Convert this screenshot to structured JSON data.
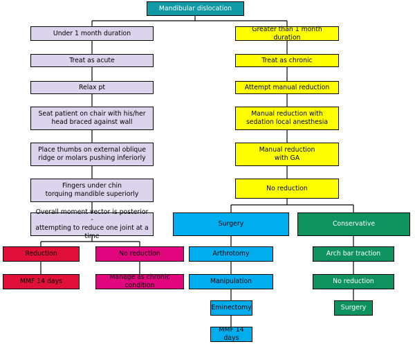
{
  "colors": {
    "root": "#0f9aa5",
    "acute": "#dcd3ec",
    "chronic": "#ffff00",
    "red": "#e0103b",
    "pink": "#e2067e",
    "blue": "#00aeef",
    "green": "#0e9360",
    "line": "#000000"
  },
  "nodes": {
    "root": "Mandibular dislocation",
    "under": "Under 1 month duration",
    "over": "Greater than 1 month duration",
    "treat_acute": "Treat as acute",
    "treat_chronic": "Treat as chronic",
    "relax": "Relax pt",
    "attempt": "Attempt manual reduction",
    "seat": "Seat patient on chair with his/her\nhead braced against wall",
    "sedation": "Manual reduction with\nsedation local anesthesia",
    "thumbs": "Place thumbs on external oblique\nridge or molars pushing inferiorly",
    "ga": "Manual reduction\nwith GA",
    "fingers": "Fingers under chin\ntorquing mandible superiorly",
    "no_reduction_chronic": "No reduction",
    "moment": "Overall moment vector is posterior -\nattempting to reduce one joint at a time",
    "surgery": "Surgery",
    "conservative": "Conservative",
    "reduction": "Reduction",
    "no_reduction_acute": "No reduction",
    "mmf_left": "MMF 14 days",
    "manage": "Manage as chronic condition",
    "arthrotomy": "Arthrotomy",
    "arch": "Arch bar traction",
    "manipulation": "Manipulation",
    "no_reduction_cons": "No reduction",
    "eminectomy": "Eminectomy",
    "surgery_cons": "Surgery",
    "mmf_surgery": "MMF 14 days"
  }
}
